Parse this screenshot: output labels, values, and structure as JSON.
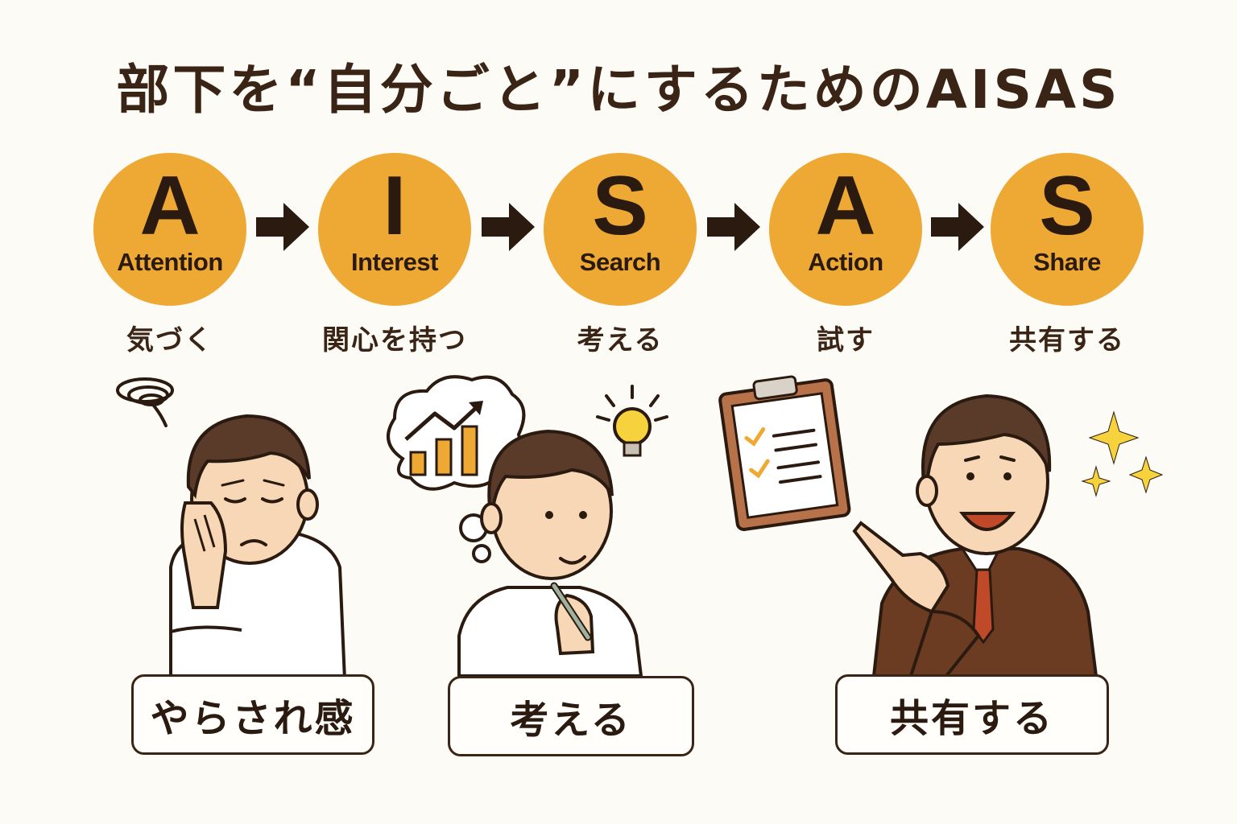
{
  "title": "部下を“自分ごと”にするためのAISAS",
  "steps": [
    {
      "letter": "A",
      "word": "Attention",
      "jp": "気づく"
    },
    {
      "letter": "I",
      "word": "Interest",
      "jp": "関心を持つ"
    },
    {
      "letter": "S",
      "word": "Search",
      "jp": "考える"
    },
    {
      "letter": "A",
      "word": "Action",
      "jp": "試す"
    },
    {
      "letter": "S",
      "word": "Share",
      "jp": "共有する"
    }
  ],
  "labels": {
    "left": "やらされ感",
    "middle": "考える",
    "right": "共有する"
  },
  "colors": {
    "circle": "#eea935",
    "ink": "#3a2415",
    "background": "#fdfbf6",
    "suit": "#6b3b22",
    "tie": "#c0492a",
    "sparkle": "#f6d23c"
  }
}
